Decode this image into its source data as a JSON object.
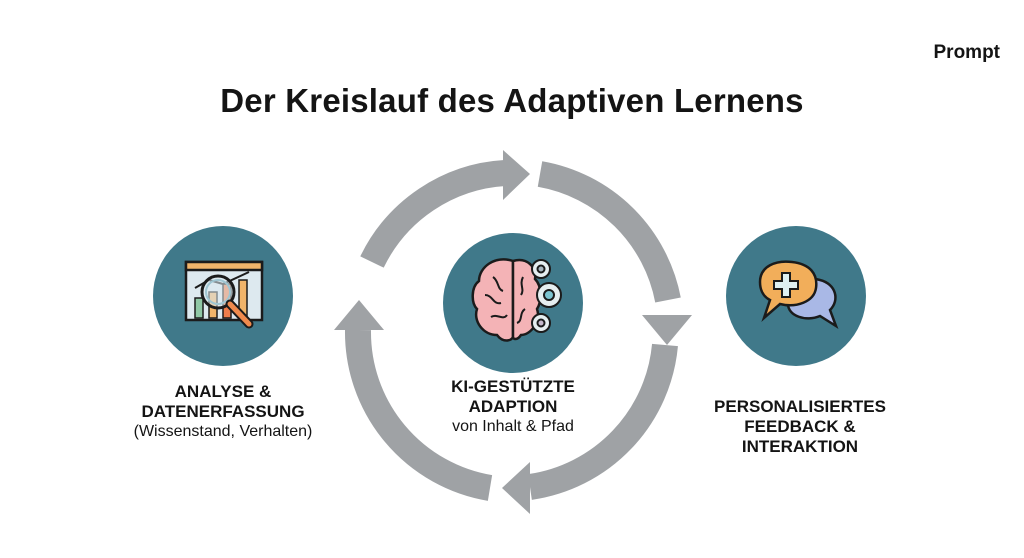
{
  "header": {
    "prompt_label": "Prompt"
  },
  "title": "Der Kreislauf des Adaptiven Lernens",
  "colors": {
    "circle": "#40798a",
    "arrows": "#9fa2a5",
    "text": "#141414"
  },
  "nodes": [
    {
      "id": "analyse",
      "icon": "chart-magnifier-icon",
      "title_lines": [
        "ANALYSE &",
        "DATENERFASSUNG"
      ],
      "subtitle": "(Wissenstand, Verhalten)"
    },
    {
      "id": "adaption",
      "icon": "brain-gears-icon",
      "title_lines": [
        "KI-GESTÜTZTE",
        "ADAPTION"
      ],
      "subtitle": "von Inhalt & Pfad"
    },
    {
      "id": "feedback",
      "icon": "chat-bubbles-plus-icon",
      "title_lines": [
        "PERSONALISIERTES",
        "FEEDBACK &",
        "INTERAKTION"
      ],
      "subtitle": ""
    }
  ],
  "cycle": {
    "arrows": [
      "top-right",
      "right-down",
      "bottom-left",
      "left-up"
    ]
  }
}
